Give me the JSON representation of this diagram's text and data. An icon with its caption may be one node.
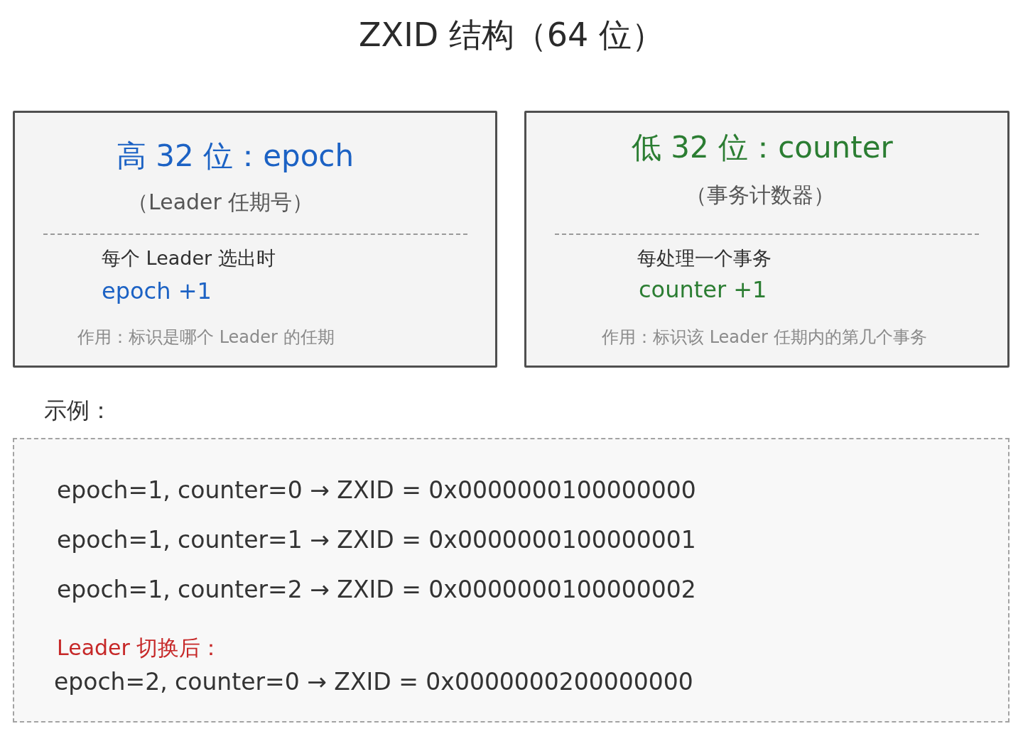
{
  "diagram": {
    "title": "ZXID 结构（64 位）",
    "nodes": [
      {
        "text": [
          "高 32 位：epoch",
          "（Leader 任期号）",
          "每个 Leader 选出时",
          "epoch +1",
          "作用：标识是哪个 Leader 的任期"
        ]
      },
      {
        "text": [
          "低 32 位：counter",
          "（事务计数器）",
          "每处理一个事务",
          "counter +1",
          "作用：标识该 Leader 任期内的第几个事务"
        ]
      },
      {
        "text": [
          "示例：",
          "epoch=1, counter=0 → ZXID = 0x0000000100000000",
          "epoch=1, counter=1 → ZXID = 0x0000000100000001",
          "epoch=1, counter=2 → ZXID = 0x0000000100000002",
          "Leader 切换后：",
          "epoch=2, counter=0 → ZXID = 0x0000000200000000"
        ]
      }
    ]
  }
}
